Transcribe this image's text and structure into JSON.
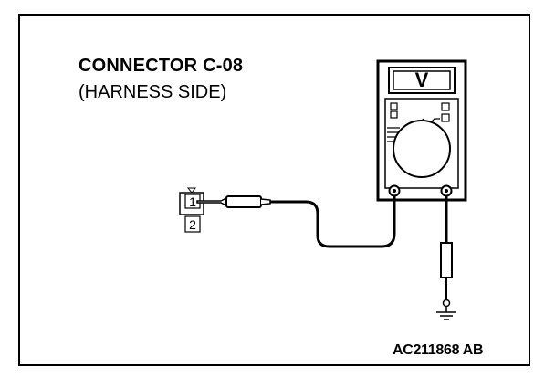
{
  "diagram": {
    "title": "CONNECTOR C-08",
    "subtitle": "(HARNESS SIDE)",
    "figure_code": "AC211868 AB",
    "connector": {
      "pin_top": "1",
      "pin_bottom": "2"
    },
    "meter": {
      "display_symbol": "V"
    }
  }
}
